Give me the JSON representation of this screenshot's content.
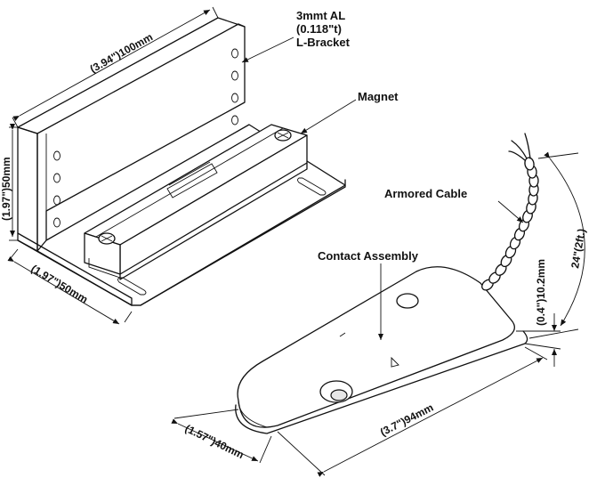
{
  "labels": {
    "bracket_line1": "3mmt AL",
    "bracket_line2": "(0.118\"t)",
    "bracket_line3": "L-Bracket",
    "magnet": "Magnet",
    "armored_cable": "Armored Cable",
    "contact_assembly": "Contact Assembly"
  },
  "dimensions": {
    "bracket_length": "(3.94\")100mm",
    "bracket_height": "(1.97\")50mm",
    "bracket_depth": "(1.97\")50mm",
    "cable_length": "24\"(2ft.)",
    "contact_height": "(0.4\")10.2mm",
    "contact_length": "(3.7\")94mm",
    "contact_width": "(1.57\")40mm"
  }
}
